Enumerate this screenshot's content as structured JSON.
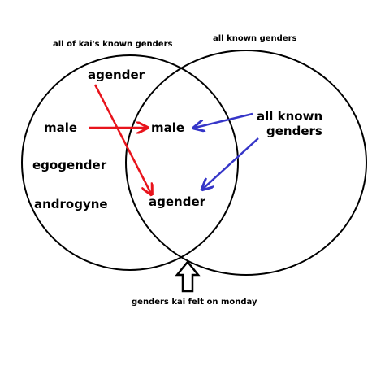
{
  "diagram": {
    "left_circle_title": "all of kai's known genders",
    "right_circle_title": "all known genders",
    "left_items": {
      "agender": "agender",
      "male": "male",
      "egogender": "egogender",
      "androgyne": "androgyne"
    },
    "intersection_items": {
      "male": "male",
      "agender": "agender"
    },
    "right_label_line1": "all known",
    "right_label_line2": "genders",
    "bottom_caption": "genders kai felt on monday",
    "colors": {
      "outline": "#000000",
      "red_arrow": "#e8141c",
      "blue_arrow": "#3535c8",
      "background": "#ffffff"
    }
  }
}
